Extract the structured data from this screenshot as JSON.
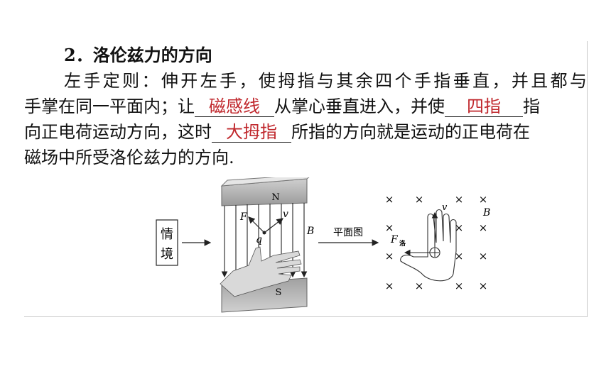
{
  "title": "2．洛伦兹力的方向",
  "paragraph": {
    "line1": "左手定则：伸开左手，使拇指与其余四个手指垂直，并且都与",
    "line2_pre": "手掌在同一平面内；让",
    "blank1": "磁感线",
    "line2_mid": "从掌心垂直进入，并使",
    "blank2": "四指",
    "line2_post": "指",
    "line3_pre": "向正电荷运动方向，这时",
    "blank3": "大拇指",
    "line3_post": "所指的方向就是运动的正电荷在",
    "line4": "磁场中所受洛伦兹力的方向."
  },
  "figure": {
    "situation_label_1": "情",
    "situation_label_2": "境",
    "pole_north": "N",
    "pole_south": "S",
    "label_F": "F",
    "label_v": "v",
    "label_q": "q",
    "label_B": "B",
    "plan_view": "平面图",
    "right_label_v": "v",
    "right_label_B": "B",
    "right_label_F": "F",
    "right_label_F_sub": "洛",
    "cross": "×"
  },
  "colors": {
    "answer": "#c0282d",
    "text": "#111111"
  }
}
